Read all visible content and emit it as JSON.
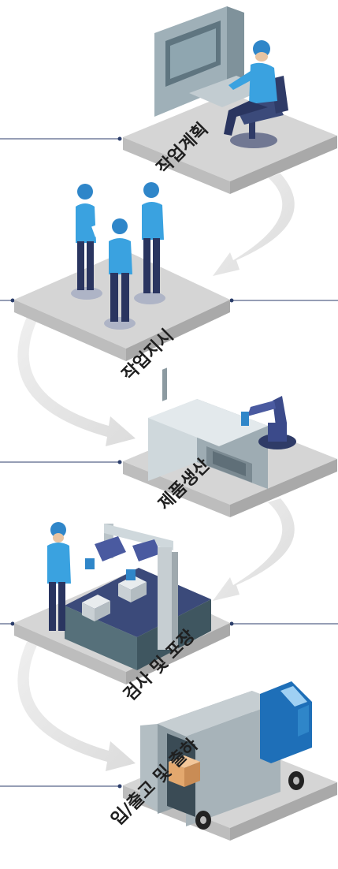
{
  "colors": {
    "accent": "#2f86c9",
    "connector": "#2c3e6b",
    "platform_top": "#d3d3d3",
    "platform_side": "#b7b7b7",
    "arrow": "#e6e6e6",
    "navy": "#2f3b67"
  },
  "steps": [
    {
      "label": "작업계획",
      "icon": "control-desk-operator-icon"
    },
    {
      "label": "작업지시",
      "icon": "team-meeting-icon"
    },
    {
      "label": "제품생산",
      "icon": "cnc-machine-robot-arm-icon"
    },
    {
      "label": "검사 및 포장",
      "icon": "conveyor-robot-packing-icon"
    },
    {
      "label": "입/출고 및 출하",
      "icon": "delivery-truck-icon"
    }
  ]
}
